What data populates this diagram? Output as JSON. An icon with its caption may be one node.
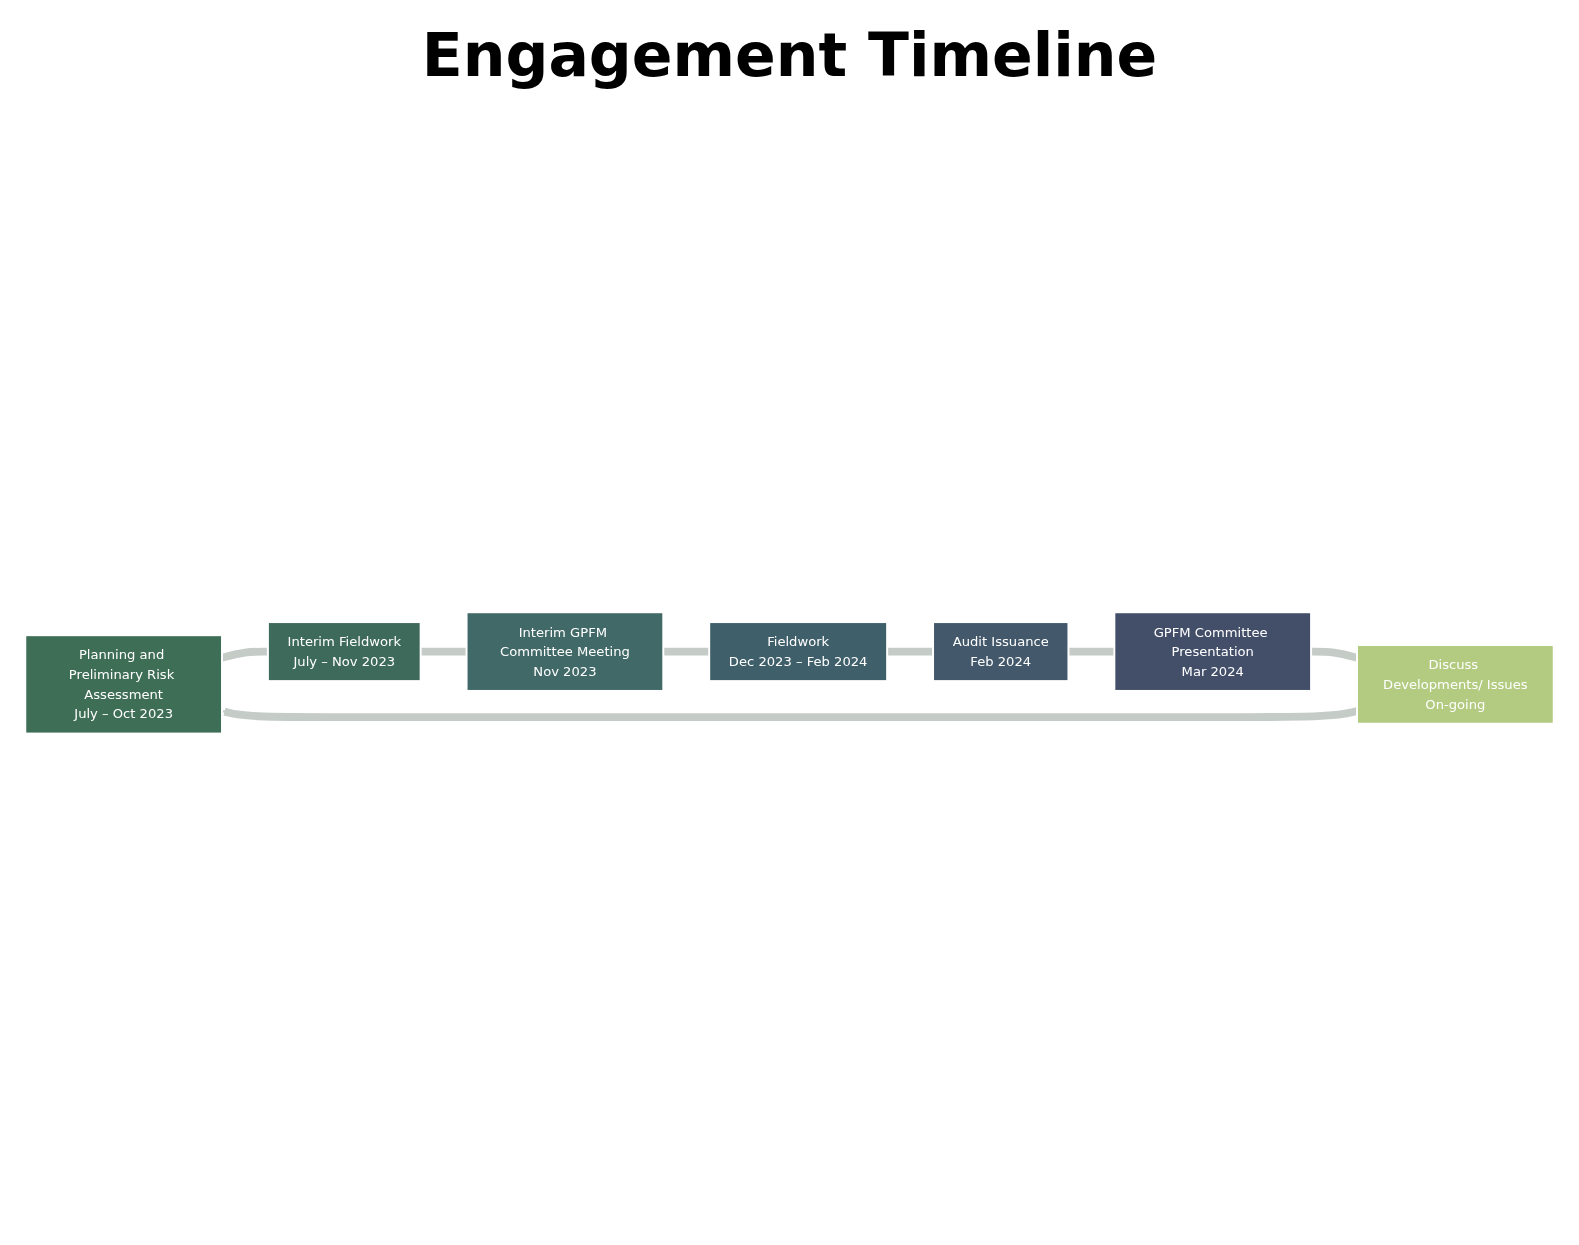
{
  "diagram": {
    "title": "Engagement Timeline",
    "nodes": [
      {
        "text": [
          "Planning and Preliminary Risk Assessment",
          "July – Oct 2023"
        ]
      },
      {
        "text": [
          "Interim Fieldwork",
          "July – Nov 2023"
        ]
      },
      {
        "text": [
          "Interim GPFM Committee Meeting",
          "Nov 2023"
        ]
      },
      {
        "text": [
          "Fieldwork",
          "Dec 2023 – Feb 2024"
        ]
      },
      {
        "text": [
          "Audit Issuance",
          "Feb 2024"
        ]
      },
      {
        "text": [
          "GPFM Committee Presentation",
          "Mar 2024"
        ]
      },
      {
        "text": [
          "Discuss Developments/ Issues",
          "On-going"
        ]
      }
    ],
    "edges": [
      {
        "from": 0,
        "to": 1,
        "arrow": "none"
      },
      {
        "from": 1,
        "to": 2,
        "arrow": "none"
      },
      {
        "from": 2,
        "to": 3,
        "arrow": "none"
      },
      {
        "from": 3,
        "to": 4,
        "arrow": "none"
      },
      {
        "from": 4,
        "to": 5,
        "arrow": "none"
      },
      {
        "from": 5,
        "to": 6,
        "arrow": "none"
      },
      {
        "from": 6,
        "to": 0,
        "arrow": "to"
      }
    ]
  }
}
